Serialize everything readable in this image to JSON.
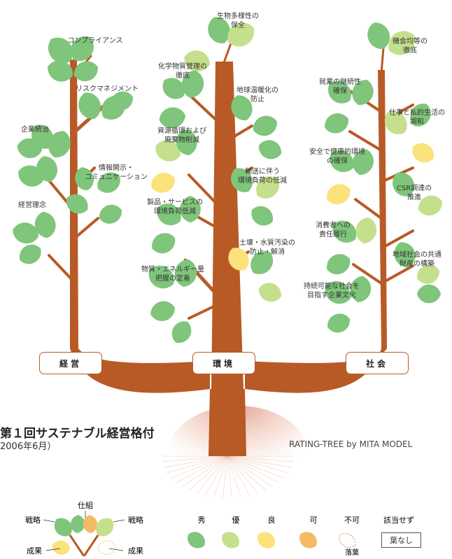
{
  "title": "第１回サステナブル経営格付",
  "subtitle": "2006年6月）",
  "credit": "RATING-TREE by MITA MODEL",
  "colors": {
    "trunk": "#b85a26",
    "shu": "#7fc57b",
    "yu": "#c5e08c",
    "ryo": "#fce27a",
    "ka": "#f5ba65",
    "ground": "#e8a890"
  },
  "sections": [
    {
      "id": "keiei",
      "label": "経営"
    },
    {
      "id": "kankyo",
      "label": "環境"
    },
    {
      "id": "shakai",
      "label": "社会"
    }
  ],
  "branches": [
    {
      "id": "compliance",
      "label": "コンプライアンス",
      "rating": "shu"
    },
    {
      "id": "risk",
      "label": "リスクマネジメント",
      "rating": "shu"
    },
    {
      "id": "governance",
      "label": "企業統治",
      "rating": "shu"
    },
    {
      "id": "disclosure",
      "label": "情報開示・\nコミュニケーション",
      "rating": "shu"
    },
    {
      "id": "philosophy",
      "label": "経営理念",
      "rating": "shu"
    },
    {
      "id": "biodiversity",
      "label": "生物多様性の\n保全",
      "rating": "yu"
    },
    {
      "id": "chemical",
      "label": "化学物質管理の\n徹底",
      "rating": "shu"
    },
    {
      "id": "warming",
      "label": "地球温暖化の\n防止",
      "rating": "shu"
    },
    {
      "id": "recycling",
      "label": "資源循環および\n廃棄物削減",
      "rating": "yu"
    },
    {
      "id": "transport",
      "label": "輸送に伴う\n環境負荷の低減",
      "rating": "yu"
    },
    {
      "id": "product",
      "label": "製品・サービスの\n環境負荷低減",
      "rating": "shu"
    },
    {
      "id": "soil",
      "label": "土壌・水質汚染の\n防止・解消",
      "rating": "ryo"
    },
    {
      "id": "energy",
      "label": "物質・エネルギー量\n把握の定着",
      "rating": "shu"
    },
    {
      "id": "equal",
      "label": "機会均等の\n徹底",
      "rating": "shu"
    },
    {
      "id": "employment",
      "label": "就業の継続性\n確保",
      "rating": "shu"
    },
    {
      "id": "worklife",
      "label": "仕事と私的生活の\n調和",
      "rating": "yu"
    },
    {
      "id": "safety",
      "label": "安全で健康的環境\nの確保",
      "rating": "shu"
    },
    {
      "id": "csr",
      "label": "CSR調達の\n推進",
      "rating": "shu"
    },
    {
      "id": "consumer",
      "label": "消費者への\n責任履行",
      "rating": "yu"
    },
    {
      "id": "community",
      "label": "地域社会の共通\n財産の構築",
      "rating": "shu"
    },
    {
      "id": "sustainable",
      "label": "持続可能な社会を\n目指す企業文化",
      "rating": "shu"
    }
  ],
  "key": {
    "strategy_left": "戦略",
    "mechanism": "仕組",
    "strategy_right": "戦略",
    "result_left": "成果",
    "result_right": "成果"
  },
  "legend": [
    {
      "id": "shu",
      "label": "秀"
    },
    {
      "id": "yu",
      "label": "優"
    },
    {
      "id": "ryo",
      "label": "良"
    },
    {
      "id": "ka",
      "label": "可"
    },
    {
      "id": "fuka",
      "label": "不可",
      "sublabel": "落葉"
    },
    {
      "id": "none",
      "label": "該当せず",
      "box": "葉なし"
    }
  ]
}
